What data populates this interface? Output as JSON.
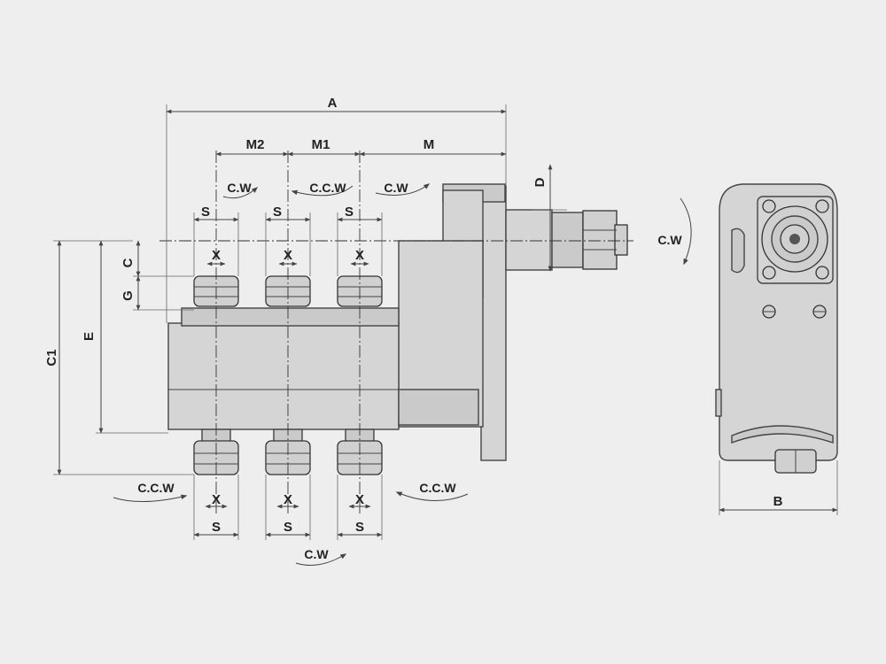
{
  "labels": {
    "A": "A",
    "M": "M",
    "M1": "M1",
    "M2": "M2",
    "D": "D",
    "B": "B",
    "C": "C",
    "C1": "C1",
    "E": "E",
    "G": "G",
    "S": "S",
    "X": "X"
  },
  "rotation": {
    "cw": "C.W",
    "ccw": "C.C.W"
  }
}
